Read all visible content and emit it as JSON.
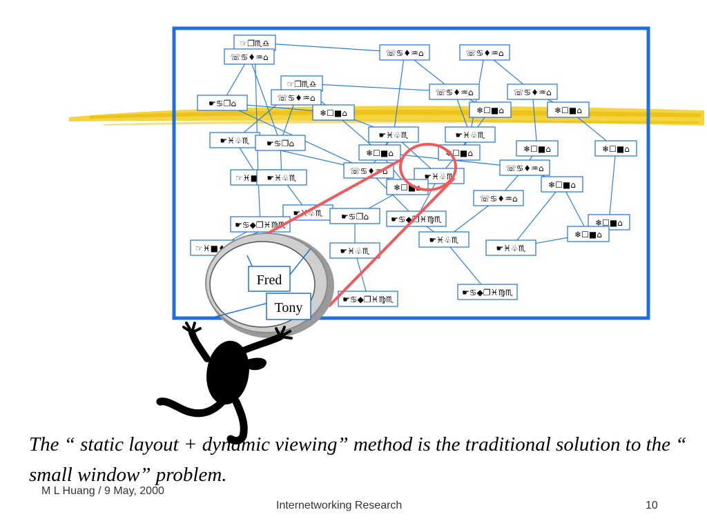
{
  "slide": {
    "caption": "The “ static layout + dynamic viewing” method is the traditional solution to the “ small window” problem.",
    "footer_author": "M L Huang / 9 May, 2000",
    "footer_title": "Internetworking Research",
    "page_number": "10"
  },
  "colors": {
    "frame": "#1f6fe0",
    "node_border": "#1f6fe0",
    "edge": "#2a7fd8",
    "lens_beam": "#f05a5a",
    "highlighter": "#f2cc1e"
  },
  "diagram": {
    "glyph_labels": {
      "a": "☞❐♏♎",
      "b": "☏♋♦♒⌂",
      "c": "☛♋❐⌂",
      "d": "❄☐■⌂",
      "e": "☛♓♧♏",
      "f": "☛♋◆❐♓♍♏",
      "g": "☞♓■♦♋■"
    },
    "lens_labels": [
      "Fred",
      "Tony"
    ]
  }
}
